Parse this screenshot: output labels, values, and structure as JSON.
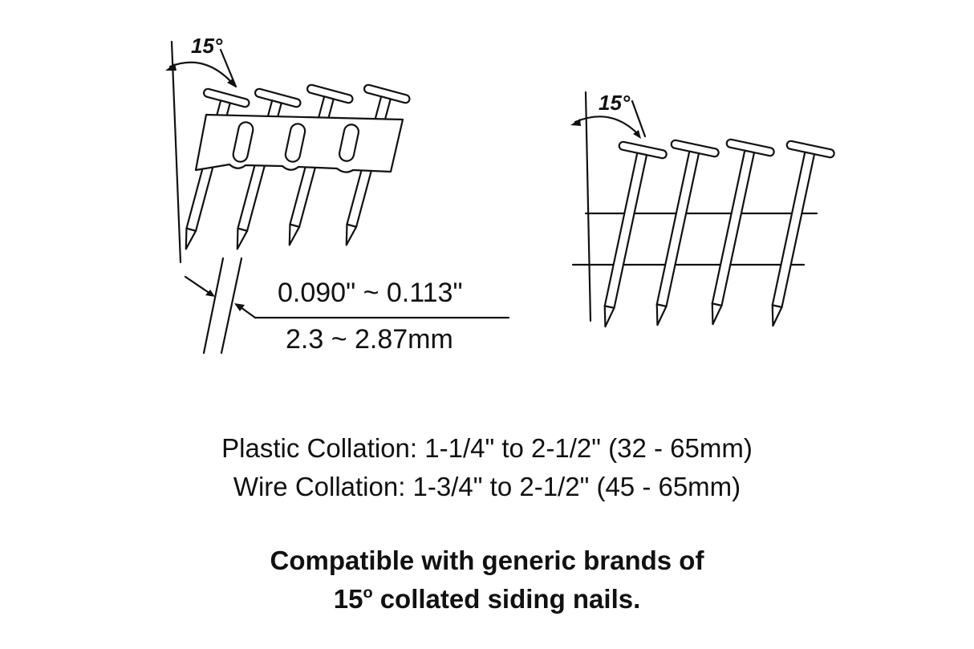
{
  "left_diagram": {
    "angle_label": "15°",
    "collation": "plastic",
    "nail_count": 4
  },
  "right_diagram": {
    "angle_label": "15°",
    "collation": "wire",
    "nail_count": 4
  },
  "dimensions": {
    "inches": "0.090\" ~ 0.113\"",
    "mm": "2.3 ~ 2.87mm"
  },
  "specs": {
    "plastic": "Plastic Collation: 1-1/4\" to 2-1/2\" (32 - 65mm)",
    "wire": "Wire Collation: 1-3/4\" to 2-1/2\" (45 - 65mm)"
  },
  "compatibility": {
    "line1": "Compatible with generic brands of",
    "line2_degree_number": "15",
    "line2_degree_symbol": "o",
    "line2_rest": " collated siding nails."
  },
  "colors": {
    "ink": "#111111",
    "background": "#ffffff"
  }
}
